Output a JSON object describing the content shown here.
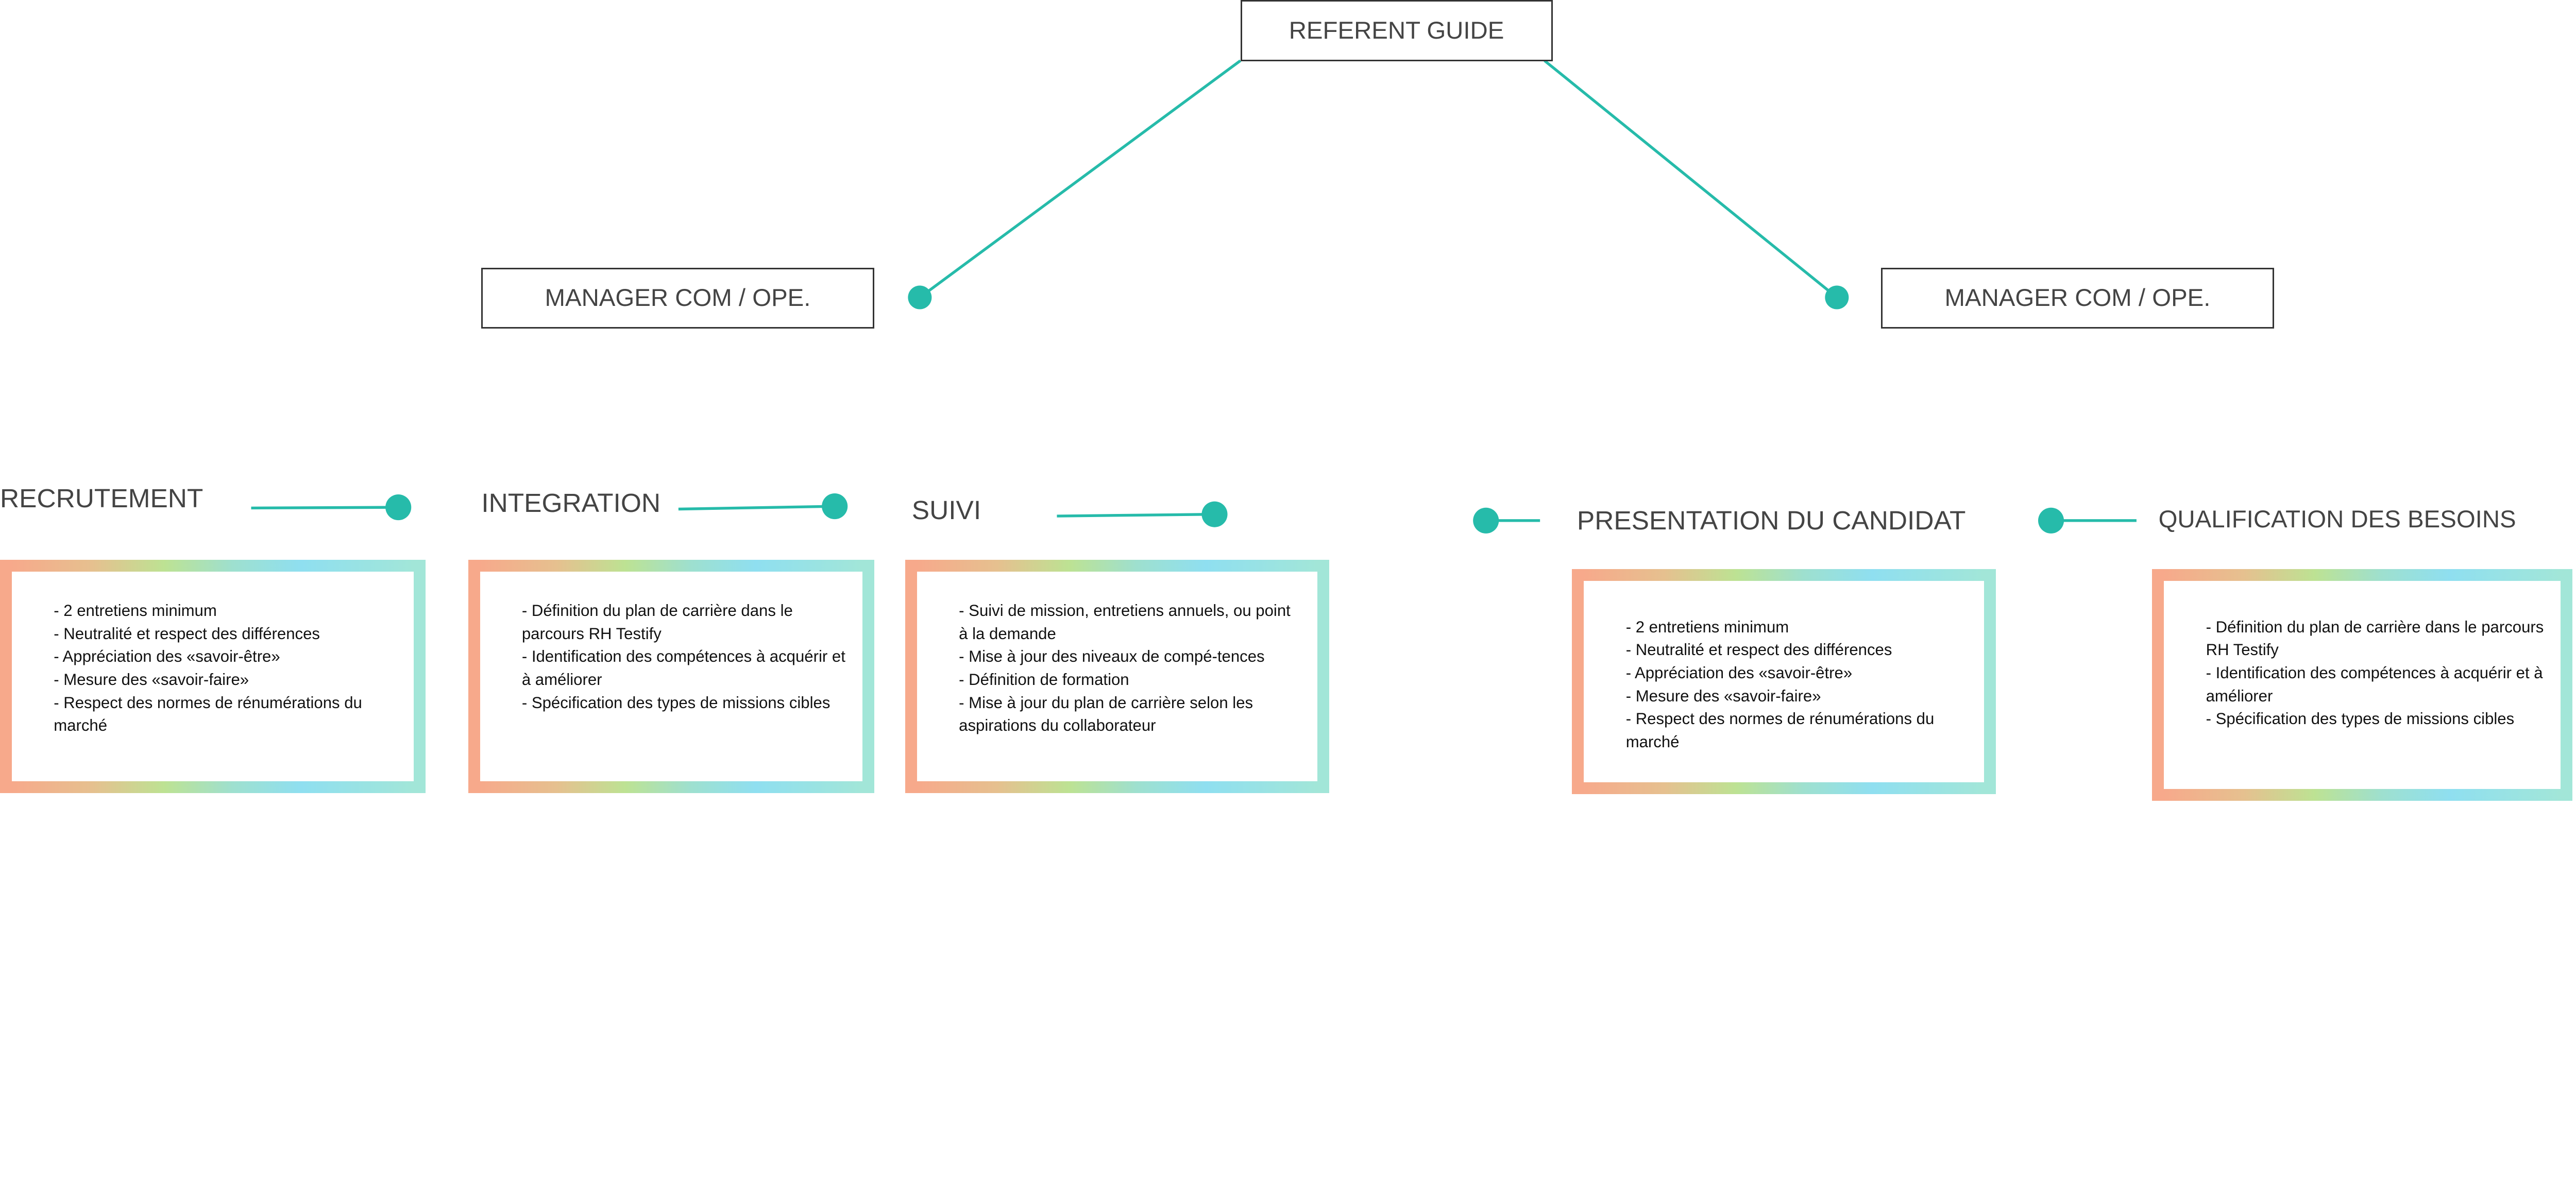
{
  "top": {
    "label": "REFERENT GUIDE"
  },
  "managers": [
    {
      "label": "MANAGER COM / OPE."
    },
    {
      "label": "MANAGER COM / OPE."
    }
  ],
  "colors": {
    "accent": "#26bbaa",
    "text": "#444444",
    "gradient": [
      "#f7a98b",
      "#bde293",
      "#8fdff0",
      "#a2e6d8"
    ]
  },
  "stages": [
    {
      "title": "RECRUTEMENT",
      "items": [
        "- 2 entretiens minimum",
        "- Neutralité et respect des différences",
        "- Appréciation des «savoir-être»",
        "- Mesure des «savoir-faire»",
        "- Respect des normes de rénumérations du marché"
      ]
    },
    {
      "title": "INTEGRATION",
      "items": [
        "- Définition du plan de carrière dans le parcours RH Testify",
        "- Identification des compétences à acquérir et à améliorer",
        "- Spécification des types de missions cibles"
      ]
    },
    {
      "title": "SUIVI",
      "items": [
        "- Suivi de mission, entretiens annuels, ou point à la demande",
        "- Mise à jour des niveaux de compé-tences",
        "- Définition de formation",
        "- Mise à jour du plan de carrière selon les aspirations du collaborateur"
      ]
    },
    {
      "title": "PRESENTATION DU CANDIDAT",
      "items": [
        "- 2 entretiens minimum",
        "- Neutralité et respect des différences",
        "- Appréciation des «savoir-être»",
        "- Mesure des «savoir-faire»",
        "- Respect des normes de rénumérations du marché"
      ]
    },
    {
      "title": "QUALIFICATION DES BESOINS",
      "items": [
        "- Définition du plan de carrière dans le parcours RH Testify",
        "- Identification des compétences à acquérir et à améliorer",
        "- Spécification des types de missions cibles"
      ]
    }
  ]
}
